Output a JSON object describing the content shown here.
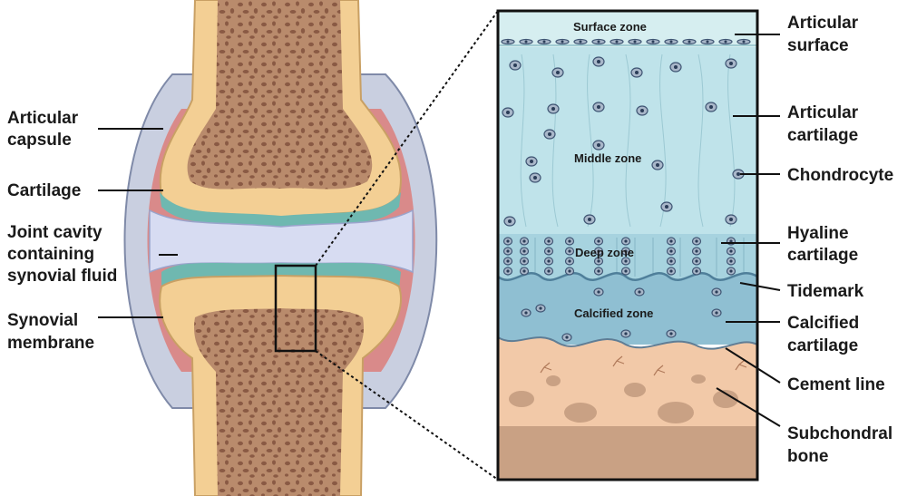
{
  "left_labels": {
    "articular_capsule": [
      "Articular",
      "capsule"
    ],
    "cartilage": "Cartilage",
    "joint_cavity": [
      "Joint cavity",
      "containing",
      "synovial fluid"
    ],
    "synovial_membrane": [
      "Synovial",
      "membrane"
    ]
  },
  "zones": {
    "surface": "Surface zone",
    "middle": "Middle zone",
    "deep": "Deep zone",
    "calcified": "Calcified zone"
  },
  "right_labels": {
    "articular_surface": [
      "Articular",
      "surface"
    ],
    "articular_cartilage": [
      "Articular",
      "cartilage"
    ],
    "chondrocyte": "Chondrocyte",
    "hyaline_cartilage": [
      "Hyaline",
      "cartilage"
    ],
    "tidemark": "Tidemark",
    "calcified_cartilage": [
      "Calcified",
      "cartilage"
    ],
    "cement_line": "Cement line",
    "subchondral_bone": [
      "Subchondral",
      "bone"
    ]
  },
  "colors": {
    "bone_shaft": "#f3cf94",
    "bone_inner": "#b98b6c",
    "bone_pore": "#8a5a44",
    "cartilage_teal": "#6fb8b0",
    "synovial_pink": "#d98a8a",
    "capsule_grey": "#c9cfe0",
    "synovial_fluid": "#d7dcf2",
    "middle_zone": "#bfe3ea",
    "deep_zone": "#a7d3df",
    "calcified_zone": "#8fbfd2",
    "subchondral": "#f2c9a8",
    "deep_bone": "#c9a184",
    "cell_fill": "#a9b7c9",
    "cell_nucleus": "#2b3d58"
  }
}
